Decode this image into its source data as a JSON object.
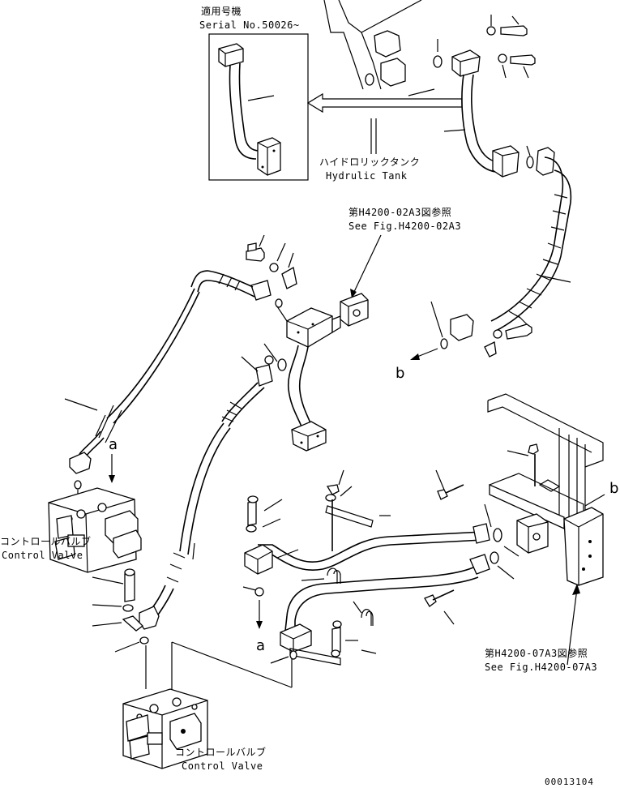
{
  "inset": {
    "title_jp": "適用号機",
    "title_en": "Serial No.50026~"
  },
  "hydraulic_tank": {
    "jp": "ハイドロリックタンク",
    "en": "Hydrulic Tank"
  },
  "ref_top": {
    "jp": "第H4200-02A3図参照",
    "en": "See Fig.H4200-02A3"
  },
  "ref_bottom": {
    "jp": "第H4200-07A3図参照",
    "en": "See Fig.H4200-07A3"
  },
  "control_valve_upper": {
    "jp": "コントロールバルブ",
    "en": "Control Valve"
  },
  "control_valve_lower": {
    "jp": "コントロールバルブ",
    "en": "Control Valve"
  },
  "markers": {
    "a_upper": "a",
    "a_lower": "a",
    "b_left": "b",
    "b_right": "b"
  },
  "figure_number": "00013104"
}
